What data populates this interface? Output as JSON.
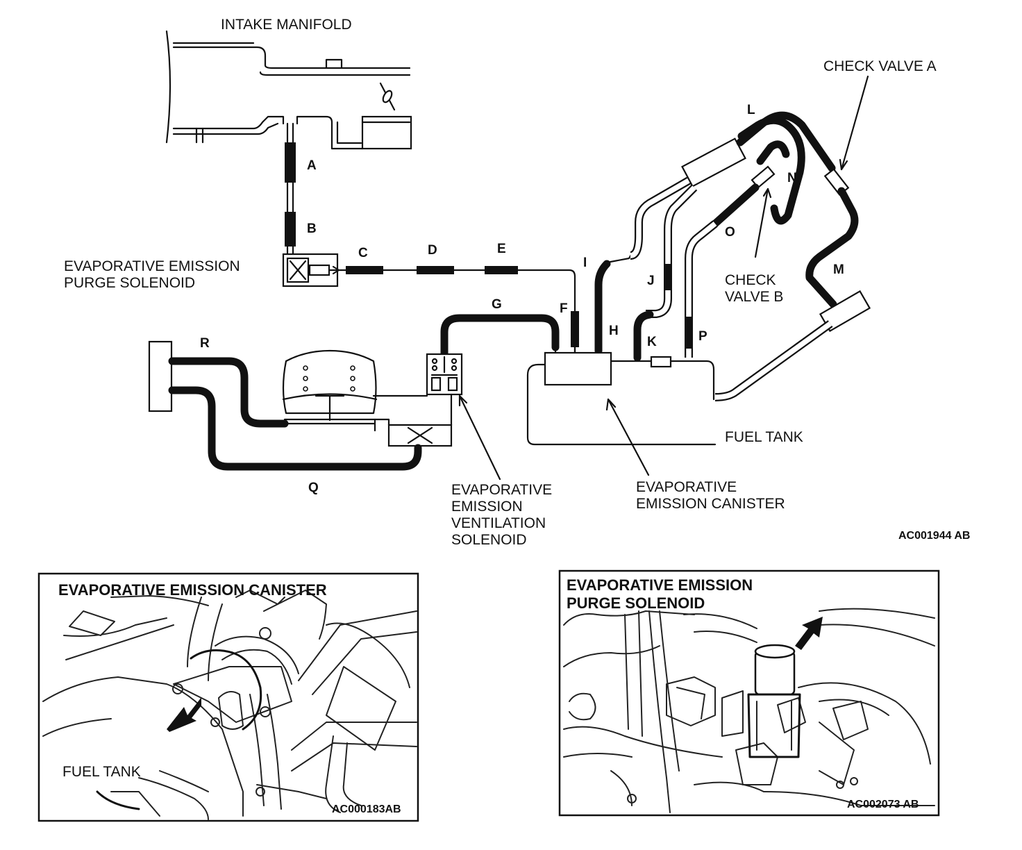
{
  "labels": {
    "intake_manifold": "INTAKE MANIFOLD",
    "purge_solenoid_1": "EVAPORATIVE EMISSION",
    "purge_solenoid_2": "PURGE SOLENOID",
    "check_valve_a": "CHECK VALVE A",
    "check_valve_b_1": "CHECK",
    "check_valve_b_2": "VALVE B",
    "fuel_tank": "FUEL TANK",
    "canister_1": "EVAPORATIVE",
    "canister_2": "EMISSION CANISTER",
    "vent_solenoid_1": "EVAPORATIVE",
    "vent_solenoid_2": "EMISSION",
    "vent_solenoid_3": "VENTILATION",
    "vent_solenoid_4": "SOLENOID",
    "main_code": "AC001944 AB"
  },
  "hoses": {
    "A": "A",
    "B": "B",
    "C": "C",
    "D": "D",
    "E": "E",
    "F": "F",
    "G": "G",
    "H": "H",
    "I": "I",
    "J": "J",
    "K": "K",
    "L": "L",
    "M": "M",
    "N": "N",
    "O": "O",
    "P": "P",
    "Q": "Q",
    "R": "R"
  },
  "panel_left": {
    "title": "EVAPORATIVE EMISSION CANISTER",
    "fuel_tank": "FUEL TANK",
    "code": "AC000183AB"
  },
  "panel_right": {
    "title_1": "EVAPORATIVE EMISSION",
    "title_2": "PURGE SOLENOID",
    "code": "AC002073 AB"
  }
}
